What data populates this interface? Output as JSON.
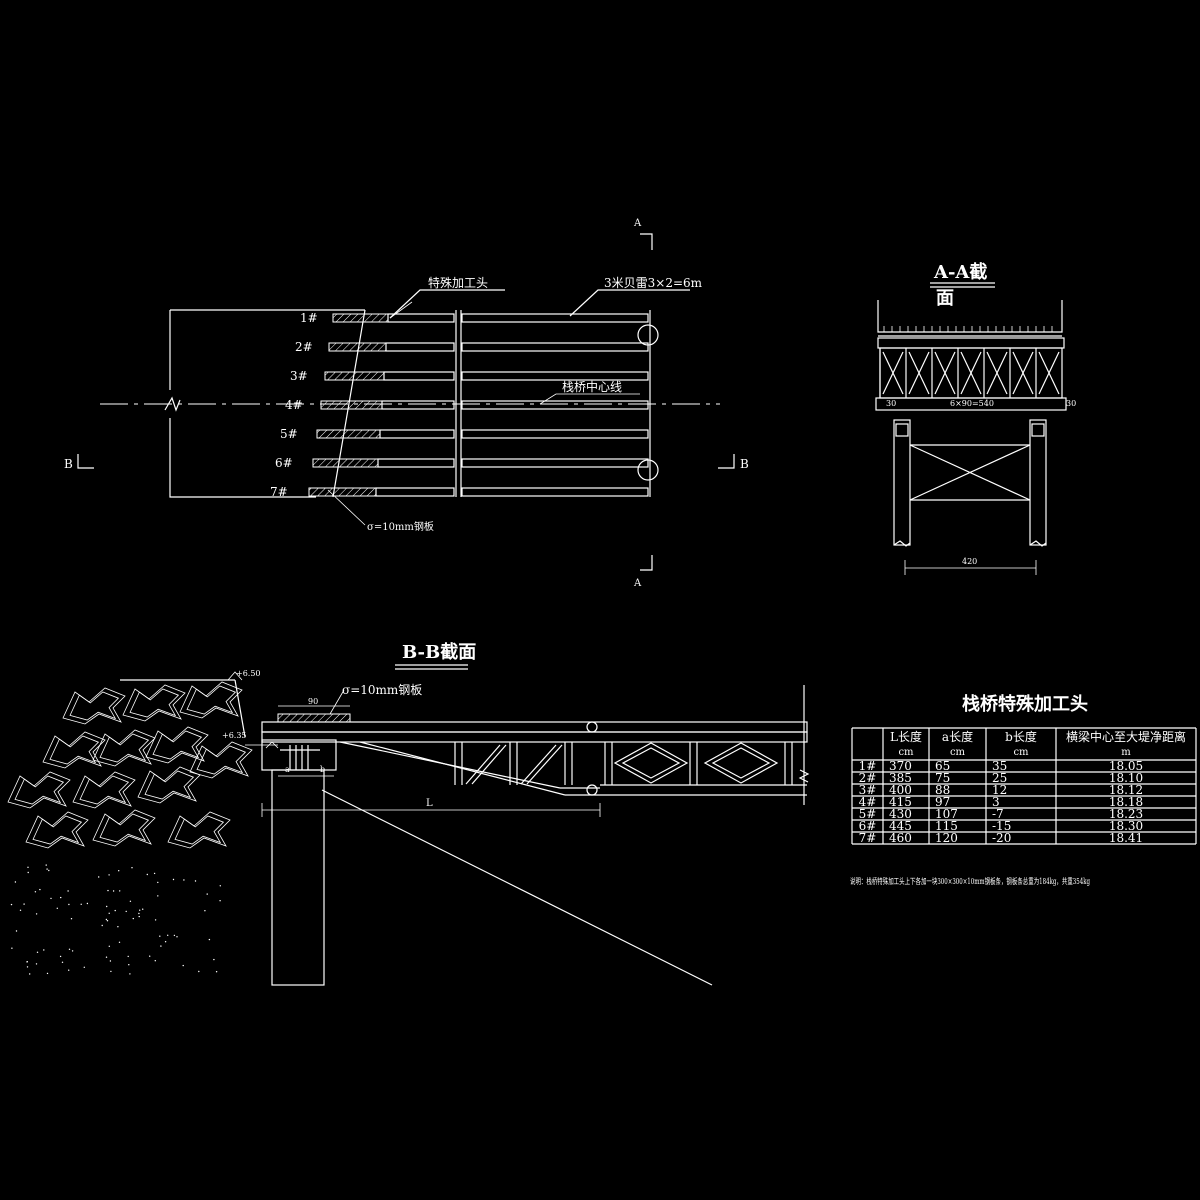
{
  "plan": {
    "label_special": "特殊加工头",
    "label_beam": "3米贝雷3×2=6m",
    "label_center": "栈桥中心线",
    "label_plate": "σ=10mm钢板",
    "rows": [
      "1#",
      "2#",
      "3#",
      "4#",
      "5#",
      "6#",
      "7#"
    ],
    "sec_a_top": "A",
    "sec_a_bot": "A",
    "sec_b_left": "B",
    "sec_b_right": "B"
  },
  "section_aa": {
    "title_line1": "A-A截",
    "title_line2": "面",
    "dim_left": "30",
    "dim_mid": "6×90=540",
    "dim_right": "30",
    "dim_bottom": "420"
  },
  "section_bb": {
    "title": "B-B截面",
    "plate_label": "σ=10mm钢板",
    "elev_top": "+6.50",
    "elev_mid": "+6.35",
    "dim_90": "90",
    "dim_a": "a",
    "dim_b": "b",
    "dim_L": "L"
  },
  "table": {
    "title": "栈桥特殊加工头",
    "headers": [
      [
        "",
        ""
      ],
      [
        "L长度",
        "cm"
      ],
      [
        "a长度",
        "cm"
      ],
      [
        "b长度",
        "cm"
      ],
      [
        "横梁中心至大堤净距离",
        "m"
      ]
    ],
    "rows": [
      [
        "1#",
        "370",
        "65",
        "35",
        "18.05"
      ],
      [
        "2#",
        "385",
        "75",
        "25",
        "18.10"
      ],
      [
        "3#",
        "400",
        "88",
        "12",
        "18.12"
      ],
      [
        "4#",
        "415",
        "97",
        "3",
        "18.18"
      ],
      [
        "5#",
        "430",
        "107",
        "-7",
        "18.23"
      ],
      [
        "6#",
        "445",
        "115",
        "-15",
        "18.30"
      ],
      [
        "7#",
        "460",
        "120",
        "-20",
        "18.41"
      ]
    ],
    "note": "说明：栈桥特殊加工头上下各加一块300×300×10mm钢板条，钢板条总重为184kg，共重354kg"
  }
}
